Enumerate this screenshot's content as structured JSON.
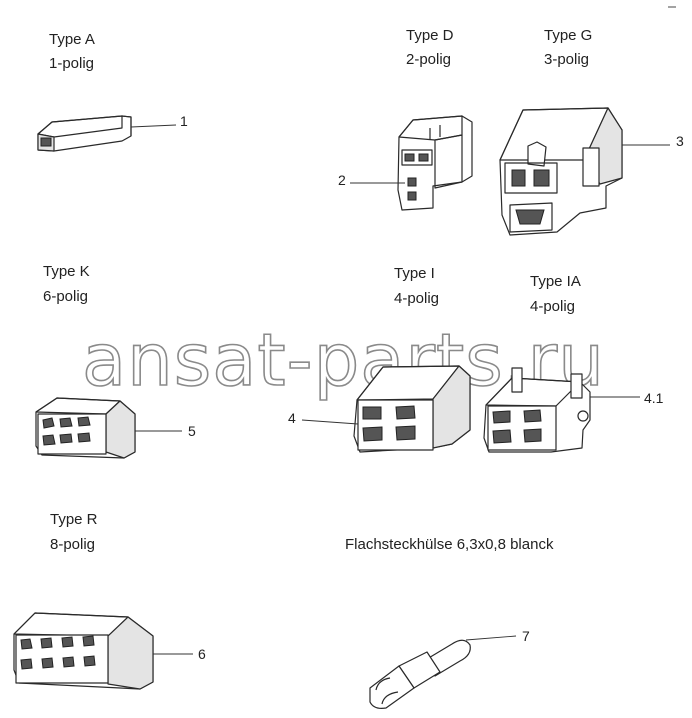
{
  "types": {
    "a": {
      "name": "Type A",
      "pins": "1-polig"
    },
    "d": {
      "name": "Type D",
      "pins": "2-polig"
    },
    "g": {
      "name": "Type G",
      "pins": "3-polig"
    },
    "k": {
      "name": "Type K",
      "pins": "6-polig"
    },
    "i": {
      "name": "Type I",
      "pins": "4-polig"
    },
    "ia": {
      "name": "Type IA",
      "pins": "4-polig"
    },
    "r": {
      "name": "Type R",
      "pins": "8-polig"
    }
  },
  "terminal_caption": "Flachsteckhülse 6,3x0,8 blanck",
  "callouts": {
    "c1": "1",
    "c2": "2",
    "c3": "3",
    "c4": "4",
    "c41": "4.1",
    "c5": "5",
    "c6": "6",
    "c7": "7"
  },
  "watermark": "ansat-parts.ru"
}
